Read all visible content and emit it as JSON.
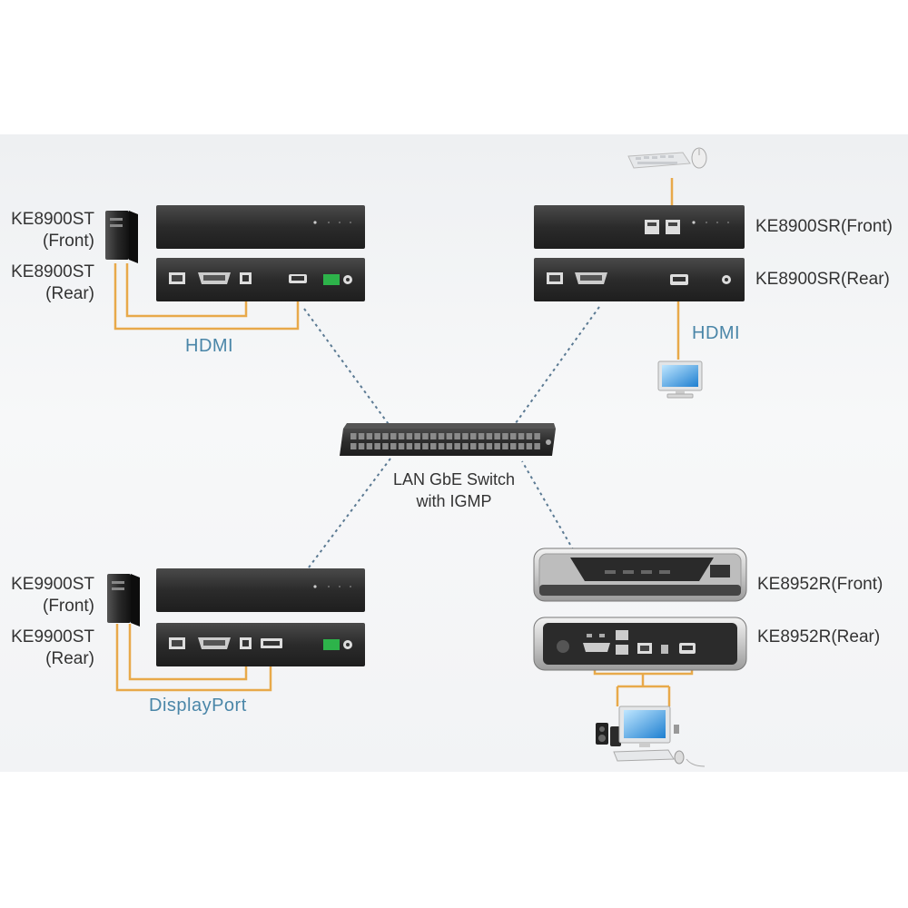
{
  "devices": {
    "ke8900st_front": "KE8900ST\n(Front)",
    "ke8900st_rear": "KE8900ST\n(Rear)",
    "ke9900st_front": "KE9900ST\n(Front)",
    "ke9900st_rear": "KE9900ST\n(Rear)",
    "ke8900sr_front": "KE8900SR(Front)",
    "ke8900sr_rear": "KE8900SR(Rear)",
    "ke8952r_front": "KE8952R(Front)",
    "ke8952r_rear": "KE8952R(Rear)"
  },
  "signals": {
    "hdmi_left": "HDMI",
    "hdmi_right": "HDMI",
    "displayport": "DisplayPort"
  },
  "switch": {
    "line1": "LAN GbE Switch",
    "line2": "with IGMP"
  },
  "colors": {
    "cable": "#e8a94a",
    "device_body": "#2f2f2f",
    "network_line": "#5b7a93",
    "signal_text": "#4a86a8"
  }
}
